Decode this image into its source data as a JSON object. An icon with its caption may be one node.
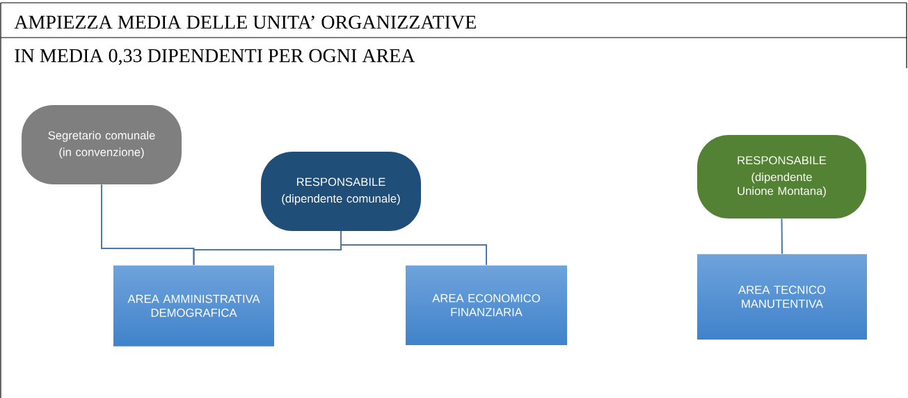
{
  "diagram": {
    "title": "AMPIEZZA MEDIA DELLE UNITA’ ORGANIZZATIVE",
    "nodes": [
      {
        "text": [
          "Segretario comunale",
          "(in convenzione)"
        ]
      },
      {
        "text": [
          "RESPONSABILE",
          "(dipendente comunale)"
        ]
      },
      {
        "text": [
          "RESPONSABILE",
          "(dipendente Unione Montana)"
        ]
      },
      {
        "text": [
          "AREA AMMINISTRATIVA DEMOGRAFICA"
        ]
      },
      {
        "text": [
          "AREA ECONOMICO FINANZIARIA"
        ]
      },
      {
        "text": [
          "AREA TECNICO MANUTENTIVA"
        ]
      }
    ],
    "edges": [
      {
        "from": 0,
        "to": 3,
        "arrow": "none"
      },
      {
        "from": 1,
        "to": 3,
        "arrow": "none"
      },
      {
        "from": 1,
        "to": 4,
        "arrow": "none"
      },
      {
        "from": 2,
        "to": 5,
        "arrow": "none"
      }
    ],
    "labels": [
      "IN MEDIA 0,33 DIPENDENTI PER OGNI AREA"
    ]
  }
}
